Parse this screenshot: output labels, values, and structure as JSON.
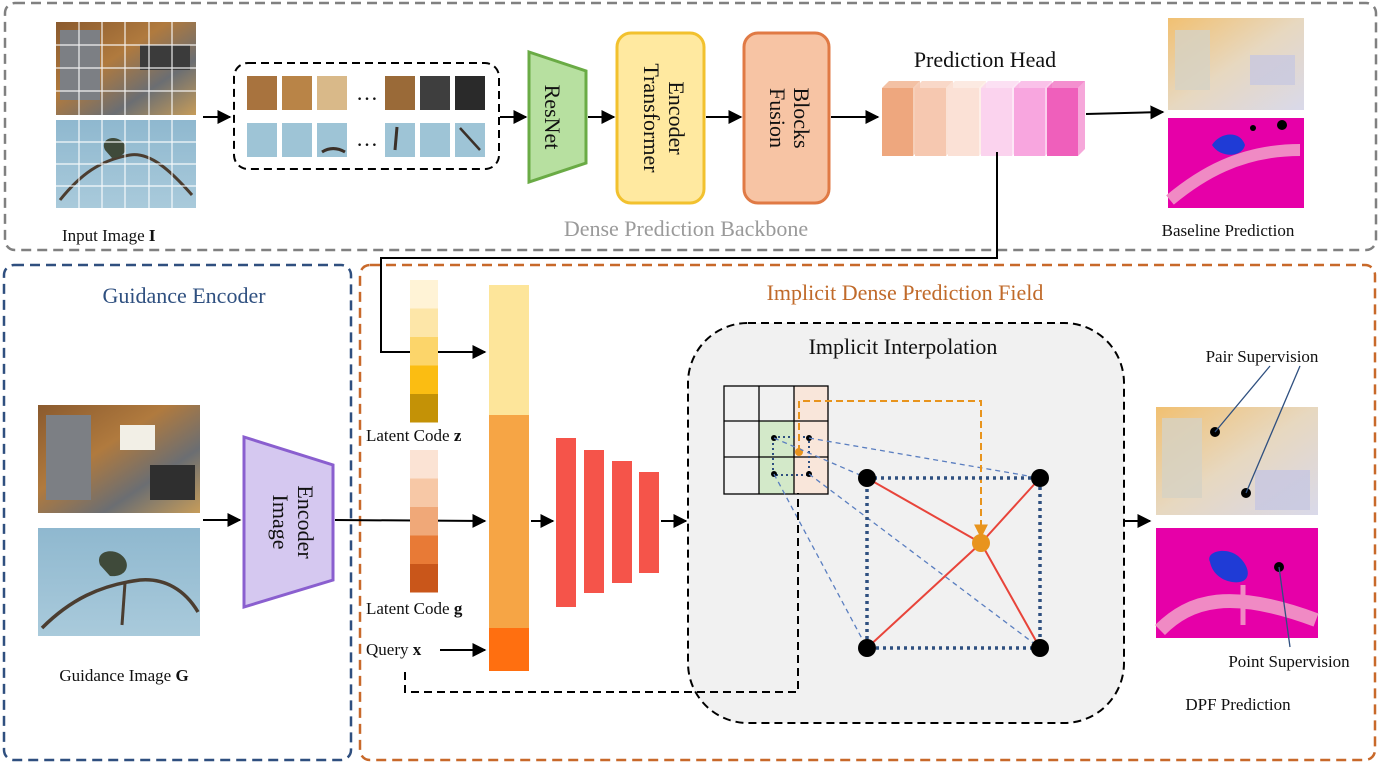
{
  "backbone": {
    "title": "Dense Prediction Backbone",
    "input_label": "Input Image ",
    "input_symbol": "I",
    "ellipsis": "…",
    "resnet": "ResNet",
    "transformer_line1": "Transformer",
    "transformer_line2": "Encoder",
    "fusion_line1": "Fusion",
    "fusion_line2": "Blocks",
    "head_title": "Prediction Head",
    "baseline_label": "Baseline Prediction"
  },
  "guidance": {
    "title": "Guidance Encoder",
    "encoder_line1": "Image",
    "encoder_line2": "Encoder",
    "image_label": "Guidance Image ",
    "image_symbol": "G"
  },
  "dpf": {
    "title": "Implicit Dense Prediction Field",
    "latent_z_label": "Latent Code ",
    "latent_z_symbol": "z",
    "latent_g_label": "Latent Code ",
    "latent_g_symbol": "g",
    "query_label": "Query ",
    "query_symbol": "x",
    "interp_title": "Implicit Interpolation",
    "pair_supervision": "Pair Supervision",
    "point_supervision": "Point Supervision",
    "prediction_label": "DPF Prediction"
  },
  "colors": {
    "backbone_border": "#808080",
    "guidance_border": "#2f4f7f",
    "dpf_border": "#c8692a",
    "backbone_title": "#9a9a9a",
    "guidance_title": "#2f5080",
    "dpf_title": "#c06a2a",
    "resnet_fill": "#b7e0a0",
    "resnet_stroke": "#6aab45",
    "transformer_fill": "#ffe9a0",
    "transformer_stroke": "#f2c12e",
    "fusion_fill": "#f7c4a4",
    "fusion_stroke": "#e07a45",
    "encoder_fill": "#d5c8f0",
    "encoder_stroke": "#8a5fcf",
    "mlp_fill": "#f5544a",
    "z_col": [
      "#fff3d6",
      "#fde6a8",
      "#fcd56a",
      "#fbbd12",
      "#c49206"
    ],
    "g_col": [
      "#fbe3d4",
      "#f7c8a6",
      "#f0a878",
      "#e87a36",
      "#c9561a"
    ],
    "head_colors": [
      "#eea77e",
      "#f6c8b0",
      "#fbe1d6",
      "#fbd3ee",
      "#f8a6df",
      "#ef5fbb"
    ]
  }
}
